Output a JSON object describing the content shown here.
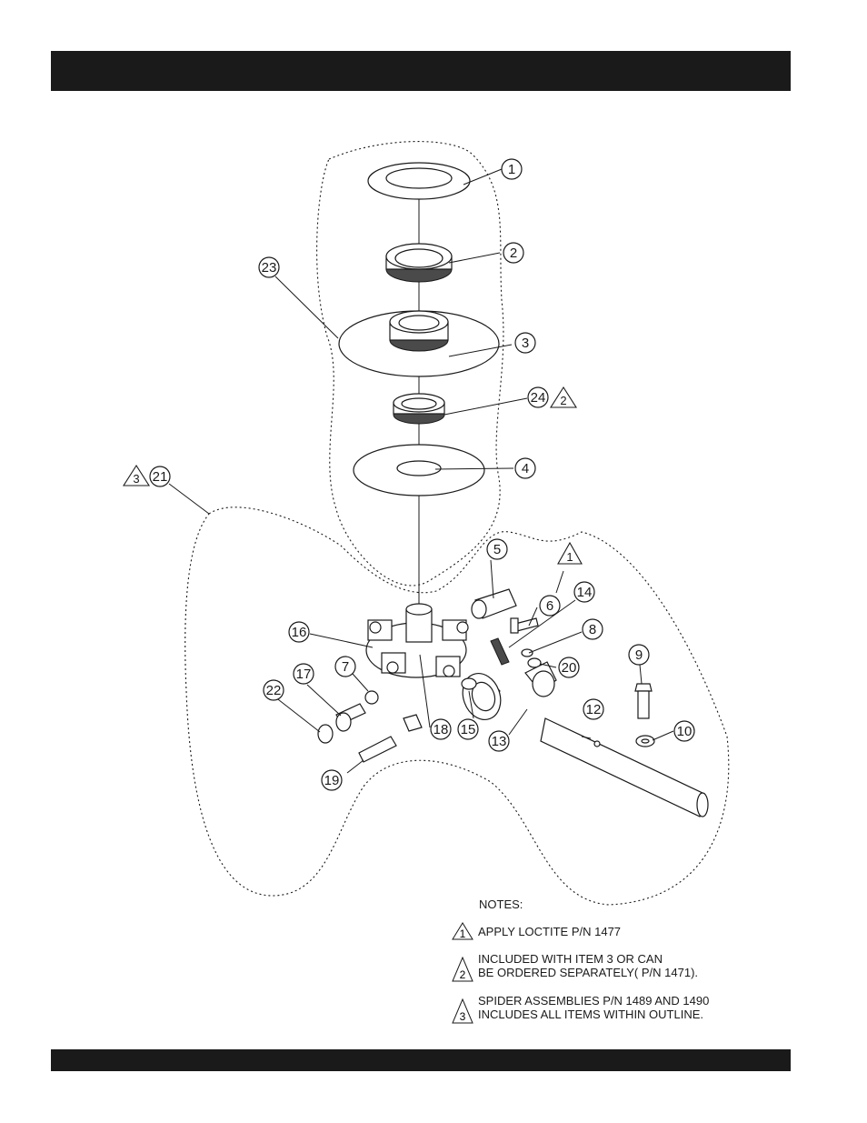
{
  "callouts": {
    "c1": "1",
    "c2": "2",
    "c3": "3",
    "c4": "4",
    "c5": "5",
    "c6": "6",
    "c7": "7",
    "c8": "8",
    "c9": "9",
    "c10": "10",
    "c12": "12",
    "c13": "13",
    "c14": "14",
    "c15": "15",
    "c16": "16",
    "c17": "17",
    "c18": "18",
    "c19": "19",
    "c20": "20",
    "c21": "21",
    "c22": "22",
    "c23": "23",
    "c24": "24"
  },
  "triangles": {
    "t_item24": "2",
    "t_item21": "3",
    "t_item6": "1"
  },
  "notes": {
    "title": "NOTES:",
    "items": [
      {
        "marker": "1",
        "lines": [
          "APPLY LOCTITE  P/N 1477"
        ]
      },
      {
        "marker": "2",
        "lines": [
          "INCLUDED WITH  ITEM 3 OR CAN",
          "BE ORDERED SEPARATELY( P/N 1471)."
        ]
      },
      {
        "marker": "3",
        "lines": [
          "SPIDER ASSEMBLIES P/N 1489 AND 1490",
          "INCLUDES ALL ITEMS WITHIN OUTLINE."
        ]
      }
    ]
  },
  "colors": {
    "band": "#1a1a1a",
    "ink": "#1a1a1a",
    "paper": "#ffffff"
  }
}
